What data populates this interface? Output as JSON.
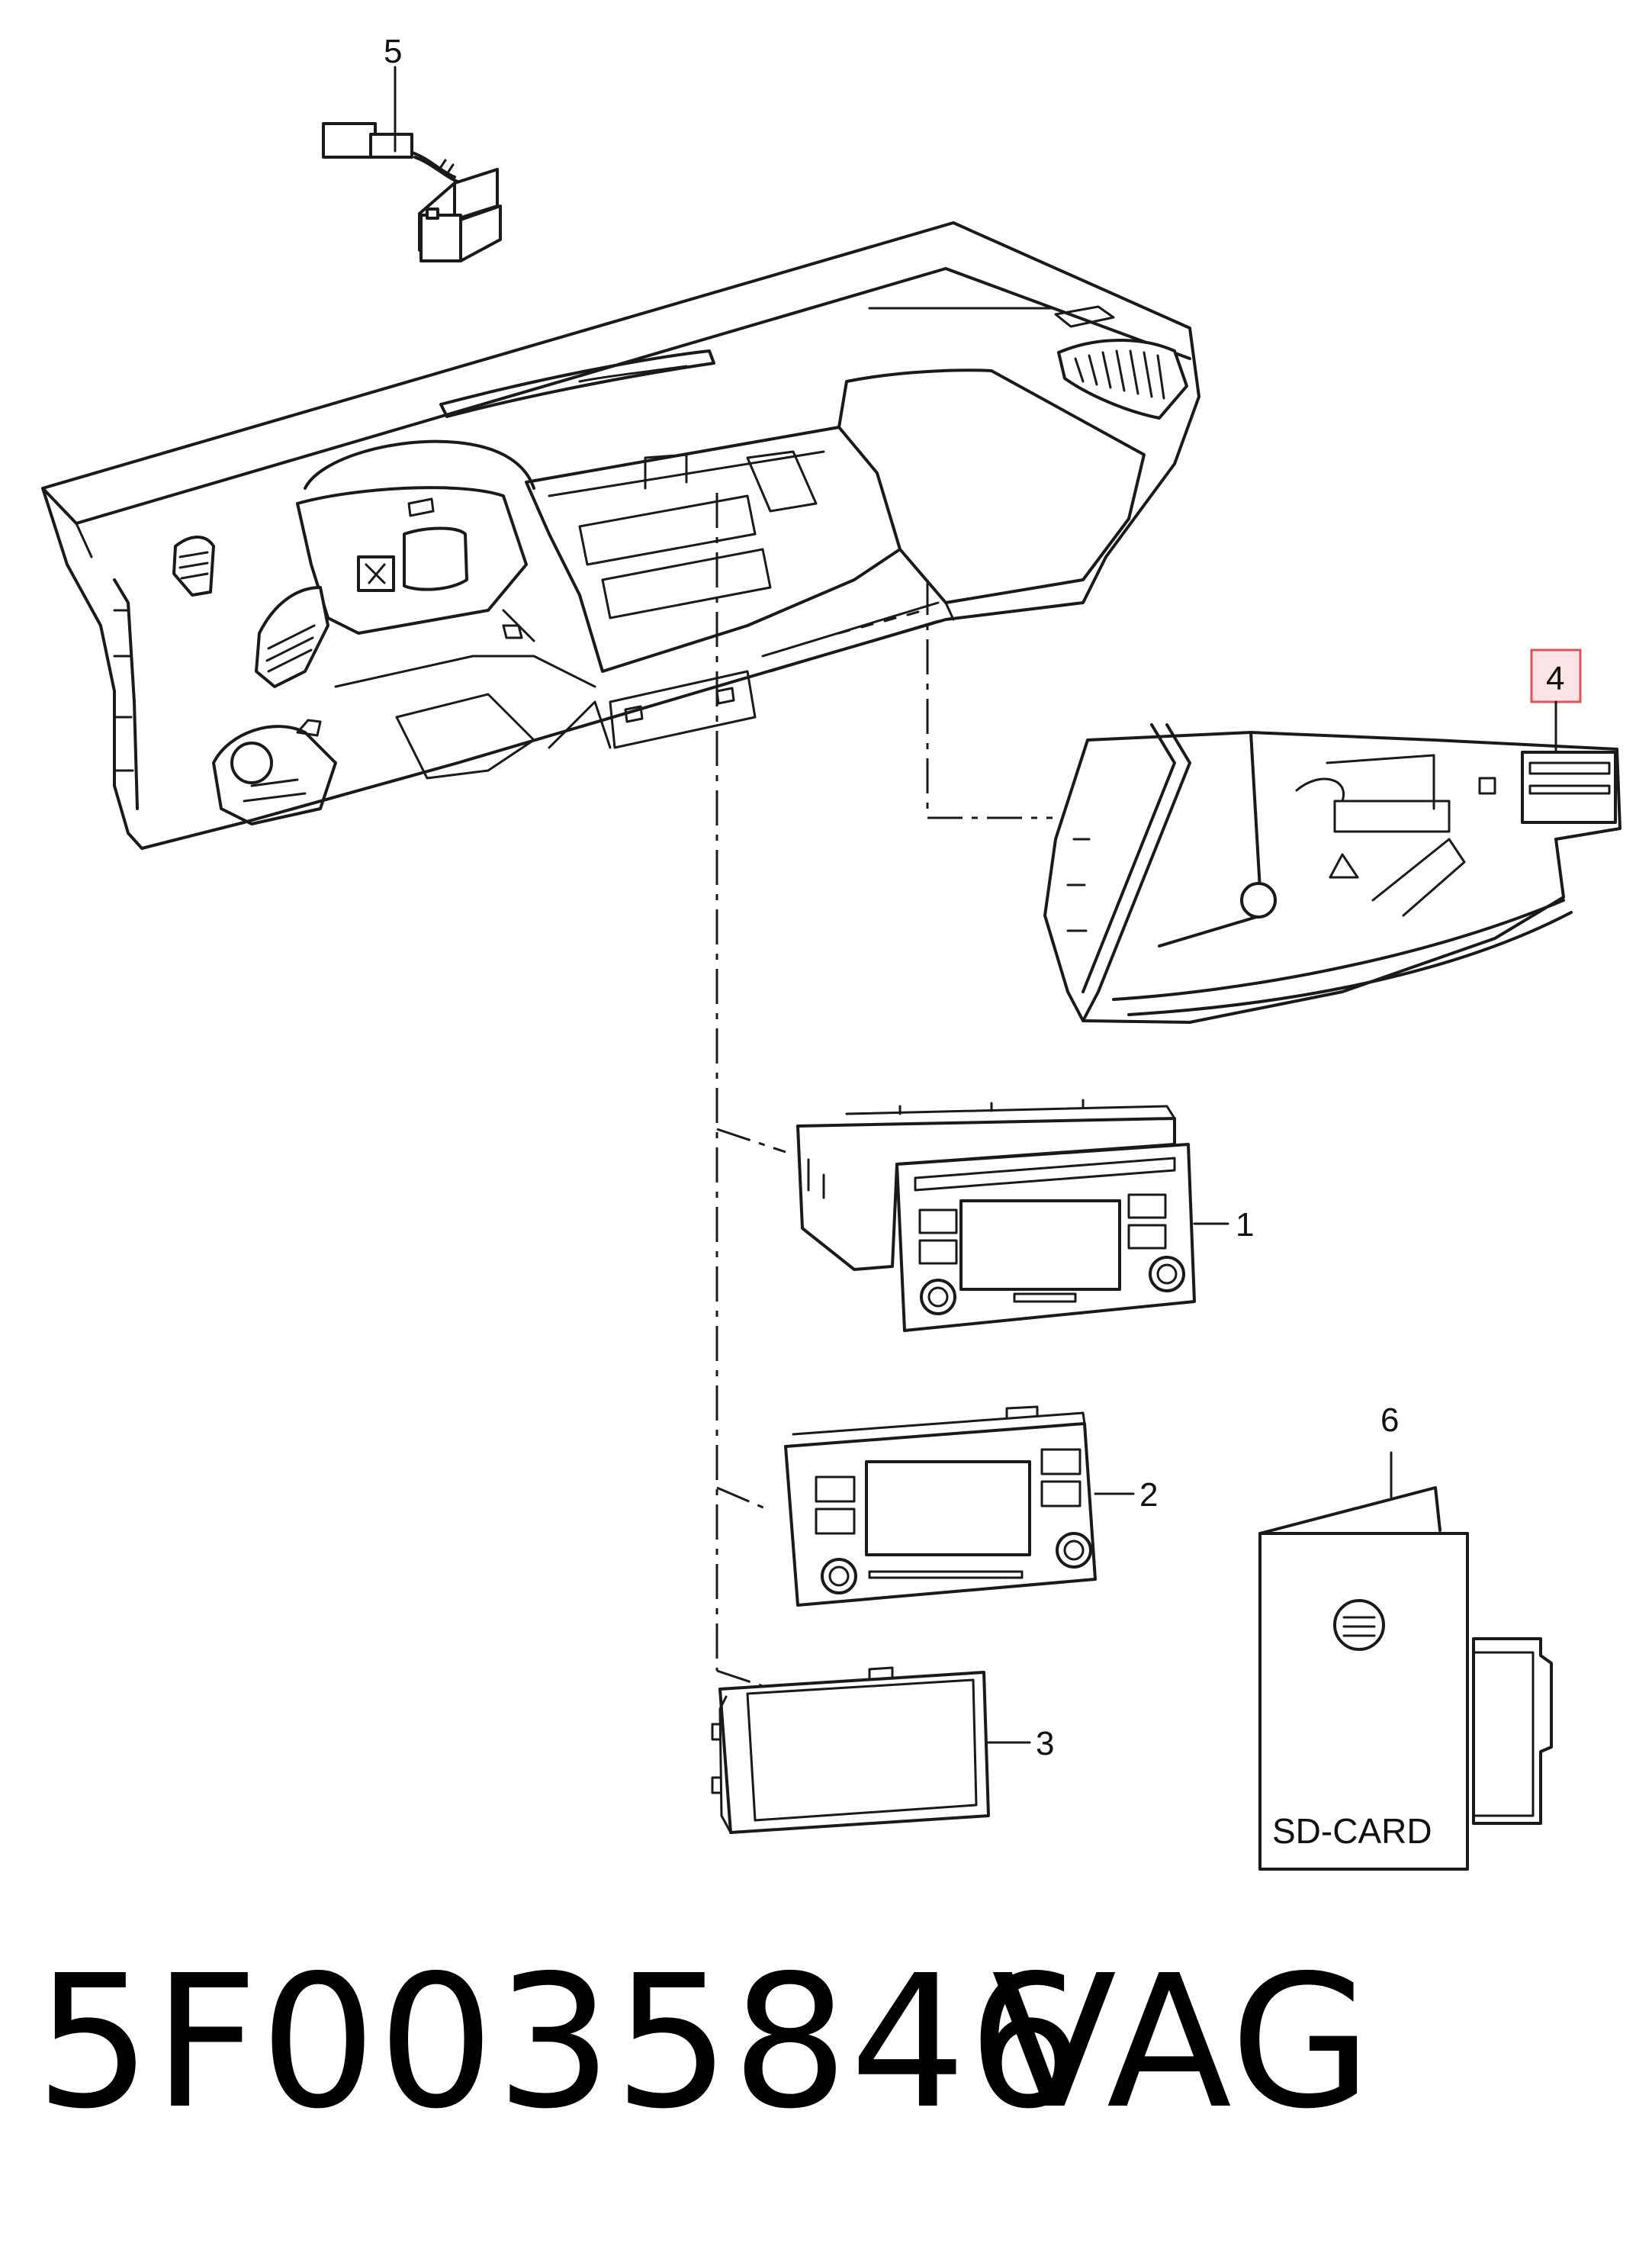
{
  "callouts": {
    "c1": "1",
    "c2": "2",
    "c3": "3",
    "c4": "4",
    "c5": "5",
    "c6": "6"
  },
  "sd_card_label": "SD-CARD",
  "part_number": "5F0035846",
  "brand": "VAG",
  "colors": {
    "line": "#1a1a1a",
    "highlight_box": "#e0525a",
    "highlight_fill": "#fbe4e6"
  }
}
